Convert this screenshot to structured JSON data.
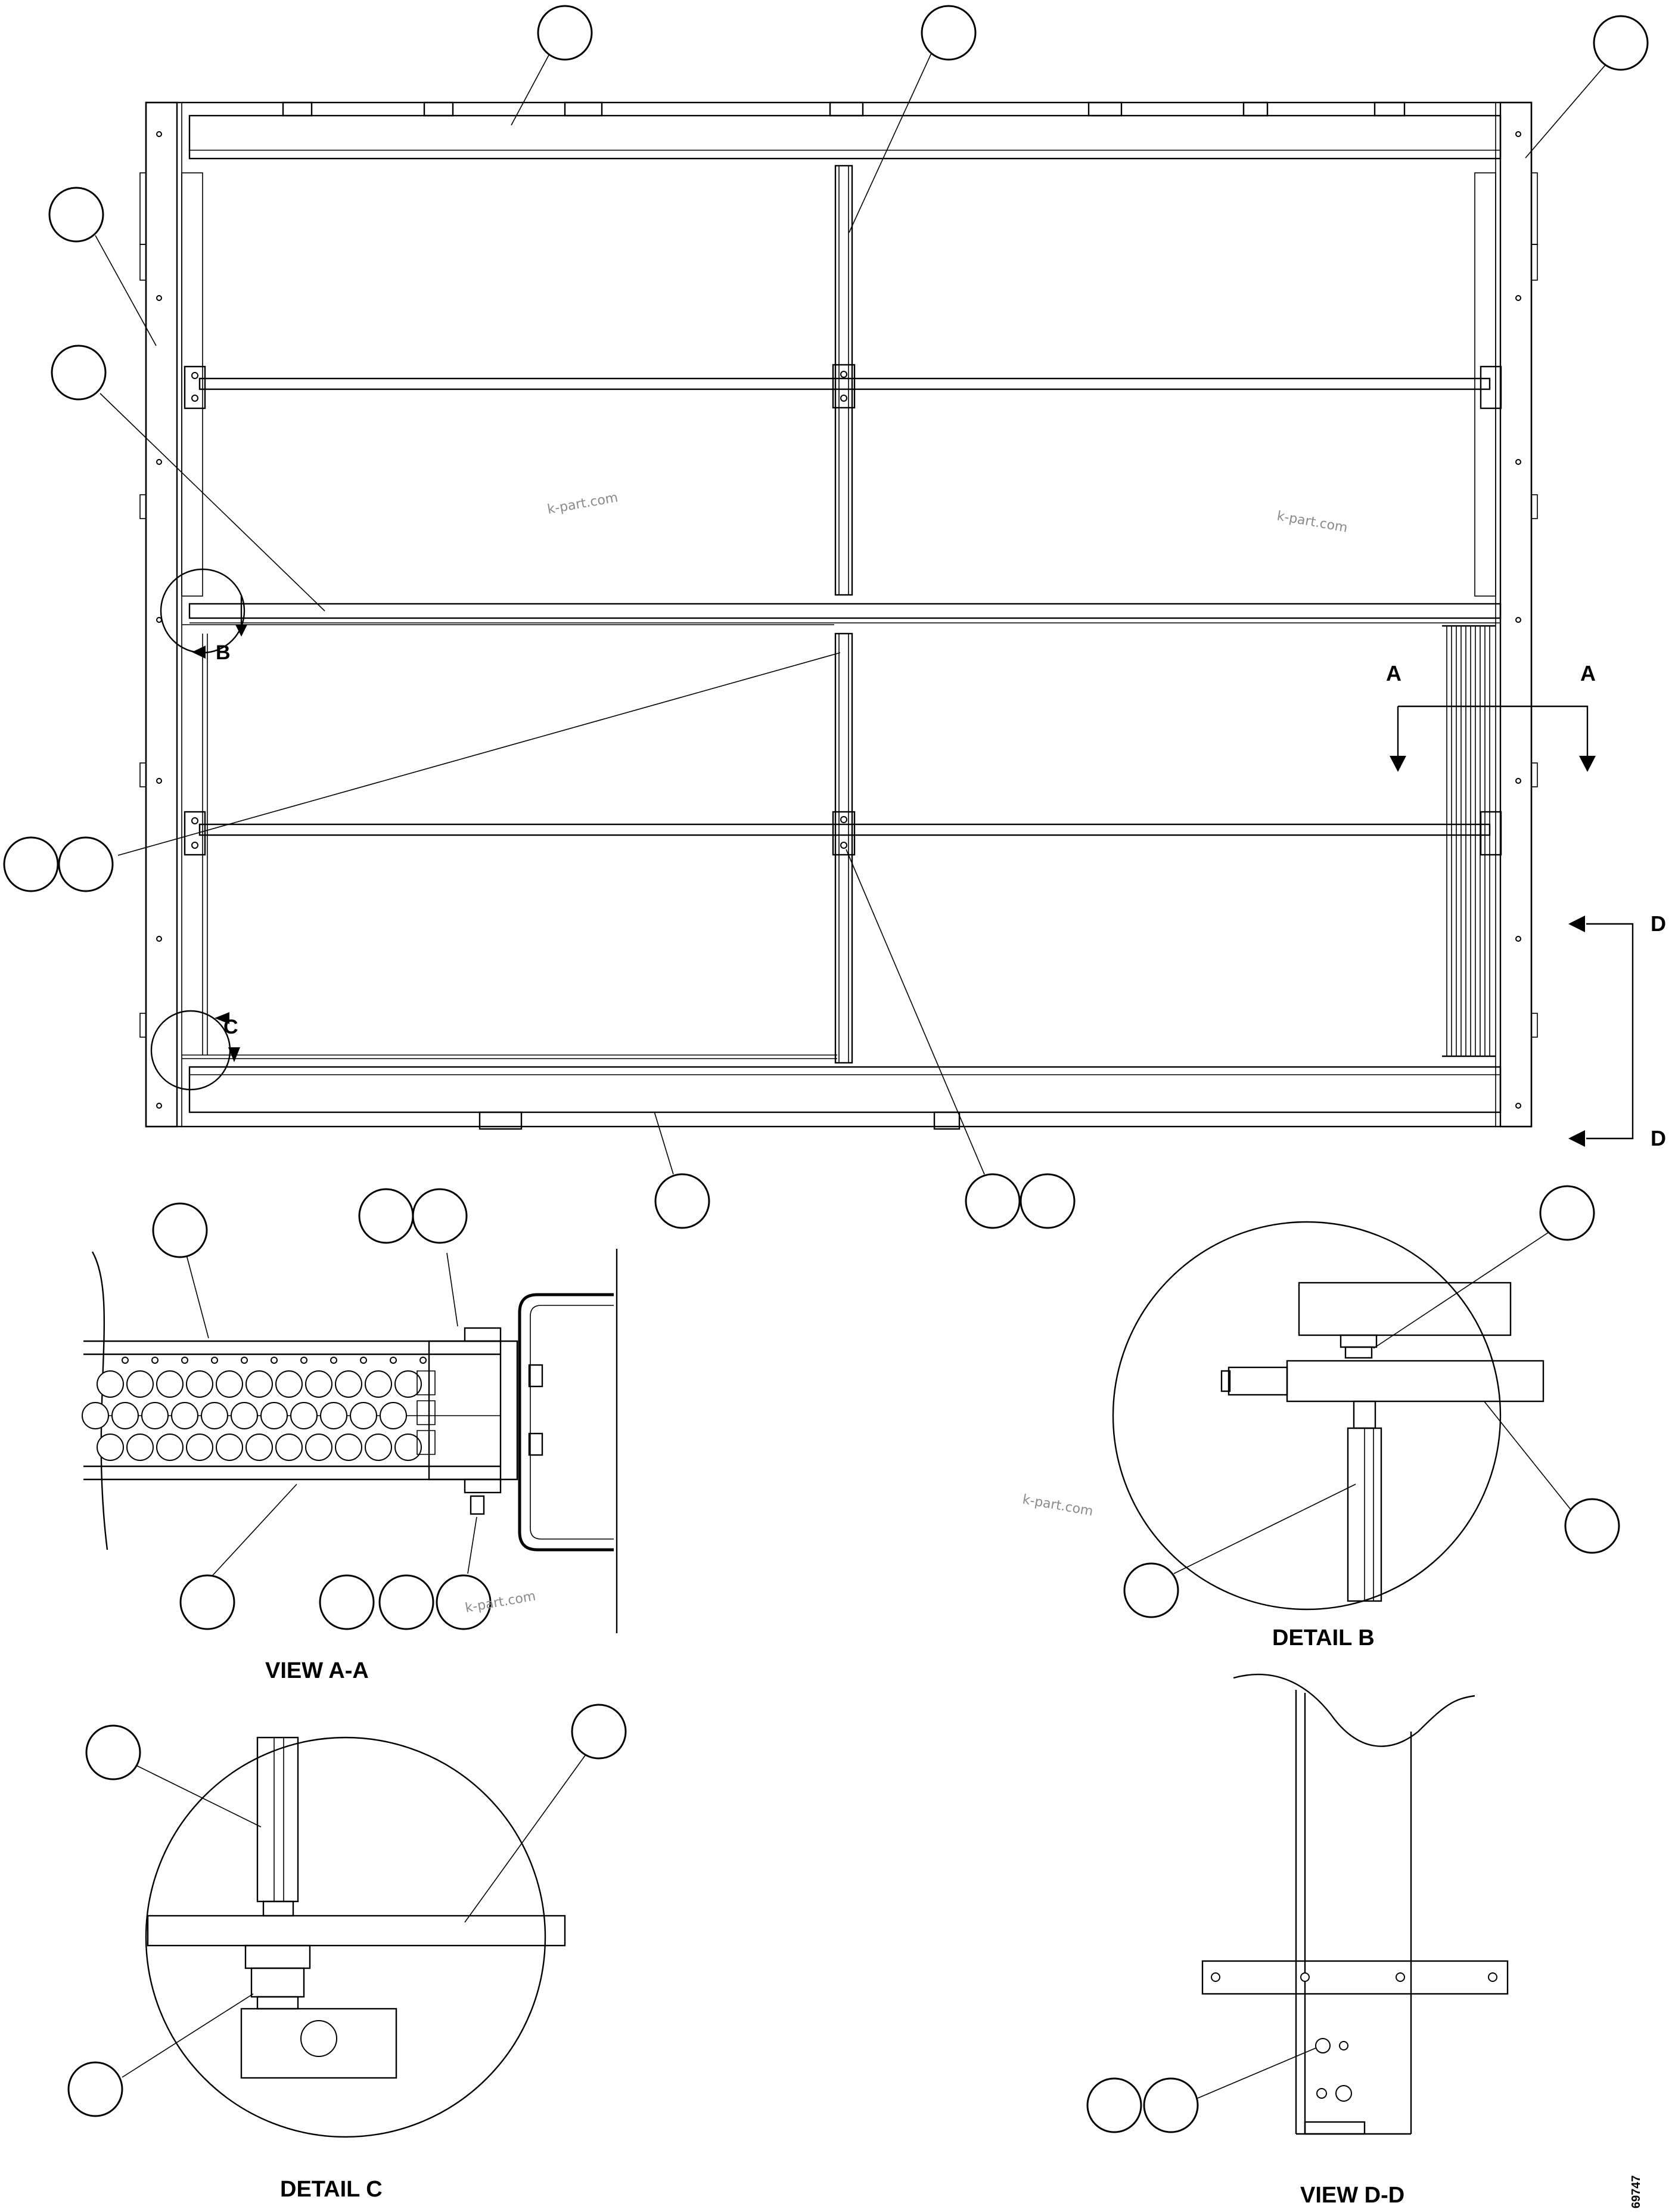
{
  "watermarks": [
    "k-part.com",
    "k-part.com",
    "k-part.com",
    "k-part.com"
  ],
  "section_marks": {
    "a_left": "A",
    "a_right": "A",
    "d_top": "D",
    "d_bottom": "D",
    "detail_b": "B",
    "detail_c": "C"
  },
  "captions": {
    "view_aa": "VIEW A-A",
    "detail_b": "DETAIL B",
    "detail_c": "DETAIL C",
    "view_dd": "VIEW D-D"
  },
  "drawing_number": "69747",
  "colors": {
    "ink": "#000000",
    "paper": "#ffffff",
    "watermark": "#8a8a8a"
  }
}
